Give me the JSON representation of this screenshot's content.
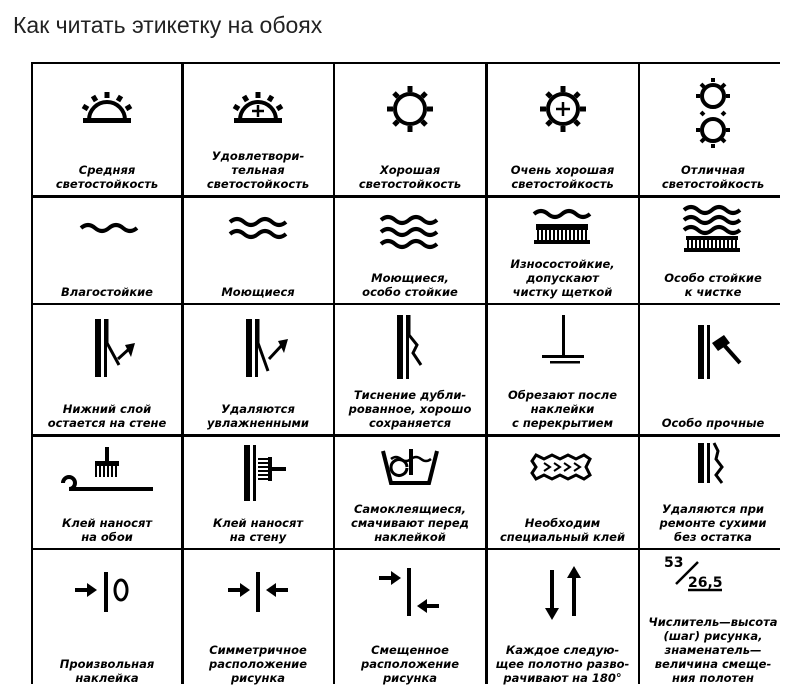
{
  "page_title": "Как читать этикетку на обоях",
  "symbols": [
    {
      "label": "Средняя\nсветостойкость",
      "icon": "half-sun-icon"
    },
    {
      "label": "Удовлетвори-\nтельная\nсветостойкость",
      "icon": "half-sun-plus-icon"
    },
    {
      "label": "Хорошая\nсветостойкость",
      "icon": "sun-icon"
    },
    {
      "label": "Очень хорошая\nсветостойкость",
      "icon": "sun-plus-icon"
    },
    {
      "label": "Отличная\nсветостойкость",
      "icon": "double-sun-icon"
    },
    {
      "label": "Влагостойкие",
      "icon": "single-wave-icon"
    },
    {
      "label": "Моющиеся",
      "icon": "double-wave-icon"
    },
    {
      "label": "Моющиеся,\nособо стойкие",
      "icon": "triple-wave-icon"
    },
    {
      "label": "Износостойкие,\nдопускают\nчистку щеткой",
      "icon": "brush-wave-icon"
    },
    {
      "label": "Особо стойкие\nк чистке",
      "icon": "brush-triple-wave-icon"
    },
    {
      "label": "Нижний слой\nостается на стене",
      "icon": "peel-lower-layer-icon"
    },
    {
      "label": "Удаляются\nувлажненными",
      "icon": "peel-wet-icon"
    },
    {
      "label": "Тиснение дубли-\nрованное, хорошо\nсохраняется",
      "icon": "embossed-icon"
    },
    {
      "label": "Обрезают после\nнаклейки\nс перекрытием",
      "icon": "overlap-trim-icon"
    },
    {
      "label": "Особо прочные",
      "icon": "hammer-icon"
    },
    {
      "label": "Клей наносят\nна обои",
      "icon": "glue-on-wallpaper-icon"
    },
    {
      "label": "Клей наносят\nна стену",
      "icon": "glue-on-wall-icon"
    },
    {
      "label": "Самоклеящиеся,\nсмачивают перед\nнаклейкой",
      "icon": "self-adhesive-icon"
    },
    {
      "label": "Необходим\nспециальный клей",
      "icon": "special-glue-icon"
    },
    {
      "label": "Удаляются при\nремонте сухими\nбез остатка",
      "icon": "dry-strip-icon"
    },
    {
      "label": "Произвольная\nнаклейка",
      "icon": "free-match-icon"
    },
    {
      "label": "Симметричное\nрасположение\nрисунка",
      "icon": "straight-match-icon"
    },
    {
      "label": "Смещенное\nрасположение\nрисунка",
      "icon": "offset-match-icon"
    },
    {
      "label": "Каждое следую-\nщее полотно разво-\nрачивают на 180°",
      "icon": "reverse-hang-icon"
    },
    {
      "label": "Числитель—высота\n(шаг) рисунка,\nзнаменатель—\nвеличина смеще-\nния полотен",
      "icon": "fraction-icon",
      "numerator": "53",
      "denominator": "26,5"
    }
  ]
}
